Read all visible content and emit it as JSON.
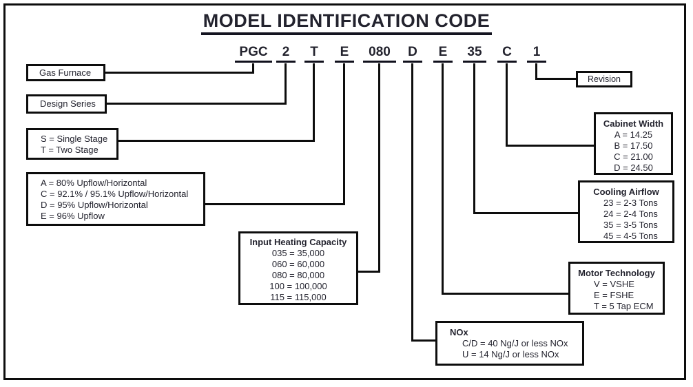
{
  "title": "MODEL IDENTIFICATION CODE",
  "code": [
    "PGC",
    "2",
    "T",
    "E",
    "080",
    "D",
    "E",
    "35",
    "C",
    "1"
  ],
  "boxes": {
    "gas_furnace": {
      "label": "Gas Furnace"
    },
    "design_series": {
      "label": "Design Series"
    },
    "stage": {
      "lines": [
        "S = Single Stage",
        "T = Two Stage"
      ]
    },
    "efficiency": {
      "lines": [
        "A = 80% Upflow/Horizontal",
        "C = 92.1% / 95.1% Upflow/Horizontal",
        "D = 95% Upflow/Horizontal",
        "E = 96% Upflow"
      ]
    },
    "input_heating": {
      "title": "Input Heating Capacity",
      "lines": [
        "035 = 35,000",
        "060 = 60,000",
        "080 = 80,000",
        "100 = 100,000",
        "115 = 115,000"
      ]
    },
    "nox": {
      "title": "NOx",
      "lines": [
        "C/D = 40 Ng/J or less NOx",
        "U = 14 Ng/J or less NOx"
      ]
    },
    "motor": {
      "title": "Motor Technology",
      "lines": [
        "V = VSHE",
        "E = FSHE",
        "T = 5 Tap ECM"
      ]
    },
    "cooling": {
      "title": "Cooling Airflow",
      "lines": [
        "23 = 2-3 Tons",
        "24 = 2-4 Tons",
        "35 = 3-5 Tons",
        "45 = 4-5 Tons"
      ]
    },
    "cabinet": {
      "title": "Cabinet Width",
      "lines": [
        "A = 14.25",
        "B = 17.50",
        "C = 21.00",
        "D = 24.50"
      ]
    },
    "revision": {
      "label": "Revision"
    }
  },
  "colors": {
    "background": "#ffffff",
    "text": "#23232e",
    "line": "#0d0d0d"
  }
}
